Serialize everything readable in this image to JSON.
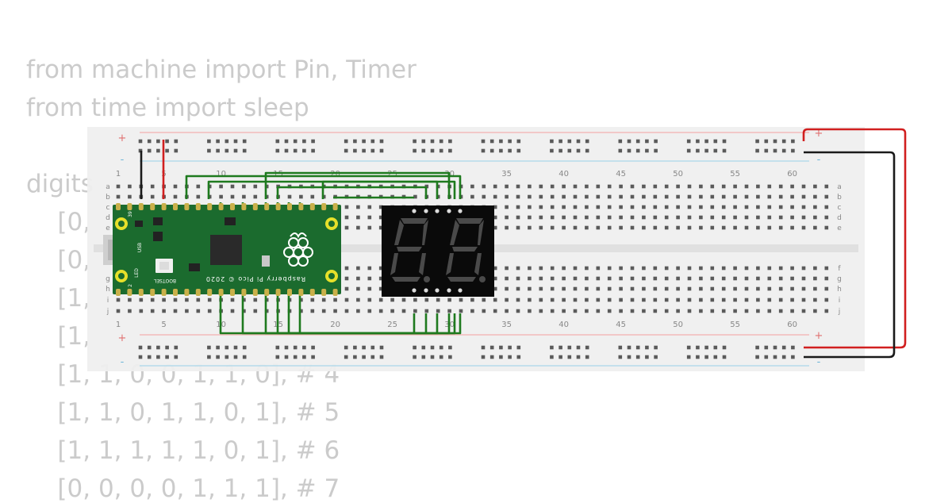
{
  "code": {
    "lines": [
      "from machine import Pin, Timer",
      "from time import sleep",
      "",
      "digits",
      "    [0,",
      "    [0,",
      "    [1,",
      "    [1,",
      "    [1, 1, 0, 0, 1, 1, 0], # 4",
      "    [1, 1, 0, 1, 1, 0, 1], # 5",
      "    [1, 1, 1, 1, 1, 0, 1], # 6",
      "    [0, 0, 0, 0, 1, 1, 1], # 7"
    ]
  },
  "breadboard": {
    "column_numbers_top": [
      "1",
      "5",
      "10",
      "15",
      "20",
      "25",
      "30",
      "35",
      "40",
      "45",
      "50",
      "55",
      "60"
    ],
    "column_numbers_bottom": [
      "1",
      "5",
      "10",
      "15",
      "20",
      "25",
      "30",
      "35",
      "40",
      "45",
      "50",
      "55",
      "60"
    ],
    "rows_top_left": [
      "a",
      "b",
      "c",
      "d",
      "e"
    ],
    "rows_bottom_left": [
      "g",
      "h",
      "i",
      "j"
    ],
    "rows_top_right": [
      "a",
      "b",
      "c",
      "d",
      "e"
    ],
    "rows_bottom_right": [
      "f",
      "g",
      "h",
      "i",
      "j"
    ],
    "rail_plus": "+",
    "rail_minus": "-"
  },
  "pico": {
    "usb_label": "USB",
    "led_label": "LED",
    "bootsel_label": "BOOTSEL",
    "board_label": "Raspberry Pi Pico © 2020",
    "pin_top": "39",
    "pin_bottom": "2"
  },
  "colors": {
    "wire_green": "#1e7a1e",
    "wire_red": "#d11f1f",
    "wire_black": "#1a1a1a",
    "pico_green": "#1b6b2e",
    "display_body": "#0a0a0a",
    "segment_off": "#4a4a4a",
    "breadboard": "#efefef",
    "rail_red": "#f09a9a",
    "rail_blue": "#9ccfe6"
  }
}
